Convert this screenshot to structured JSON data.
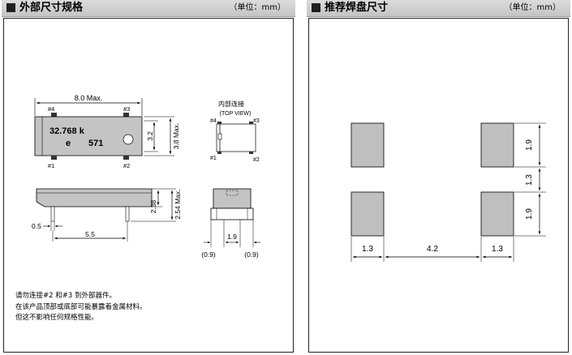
{
  "left_panel": {
    "title": "外部尺寸规格",
    "unit": "（单位：mm）",
    "top_view": {
      "width_label": "8.0 Max.",
      "pin4": "#4",
      "pin3": "#3",
      "pin1": "#1",
      "pin2": "#2",
      "marking_line1": "32.768 k",
      "marking_line2_left": "e",
      "marking_line2_right": "571",
      "height_inner": "3.2",
      "height_max": "3.8 Max."
    },
    "internal": {
      "title": "内部连接",
      "subtitle": "(TOP VIEW)",
      "pin4": "#4",
      "pin3": "#3",
      "pin1": "#1",
      "pin2": "#2"
    },
    "side_view": {
      "h_inner": "2.38",
      "h_max": "2.54 Max.",
      "lead": "0.5",
      "span": "5.5"
    },
    "end_view": {
      "pitch": "1.9",
      "left_gap": "(0.9)",
      "right_gap": "(0.9)"
    },
    "notes": [
      "请勿连接#2 和#3 到外部器件。",
      "在该产品顶部或底部可能暴露着金属材料。",
      "但这不影响任何规格性能。"
    ]
  },
  "right_panel": {
    "title": "推荐焊盘尺寸",
    "unit": "（单位：mm）",
    "dims": {
      "pad_height_top": "1.9",
      "gap_vertical": "1.3",
      "pad_height_bottom": "1.9",
      "pad_width_left": "1.3",
      "gap_horizontal": "4.2",
      "pad_width_right": "1.3"
    }
  },
  "colors": {
    "pad_fill": "#bfbfbf",
    "body_fill": "#c4c4c4",
    "header_bg": "#cfcfcf"
  }
}
